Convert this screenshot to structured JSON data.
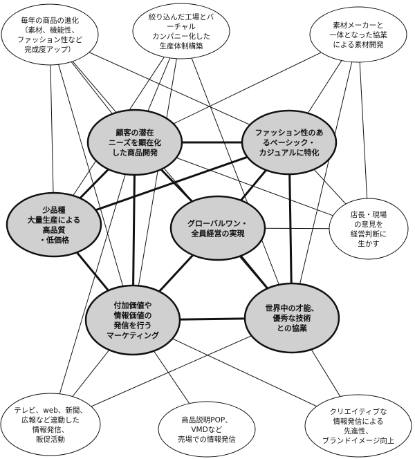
{
  "core_nodes": [
    {
      "id": "needs",
      "lines": [
        "顧客の潜在",
        "ニーズを顕在化",
        "した商品開発"
      ]
    },
    {
      "id": "fashion",
      "lines": [
        "ファッション性のあ",
        "るベーシック・",
        "カジュアルに特化"
      ]
    },
    {
      "id": "small",
      "lines": [
        "少品種",
        "大量生産による",
        "高品質",
        "・低価格"
      ]
    },
    {
      "id": "global",
      "lines": [
        "グローバルワン・",
        "全員経営の実現"
      ]
    },
    {
      "id": "value",
      "lines": [
        "付加価値や",
        "情報価値の",
        "発信を行う",
        "マーケティング"
      ]
    },
    {
      "id": "talent",
      "lines": [
        "世界中の才能、",
        "優秀な技術",
        "との協業"
      ]
    }
  ],
  "outer_nodes": [
    {
      "id": "evolution",
      "lines": [
        "毎年の商品の進化",
        "（素材、機能性、",
        "ファッション性など",
        "完成度アップ）"
      ]
    },
    {
      "id": "factory",
      "lines": [
        "絞り込んだ工場とバ",
        "ーチャル",
        "カンパニー化した",
        "生産体制構築"
      ]
    },
    {
      "id": "material",
      "lines": [
        "素材メーカーと",
        "一体となった協業",
        "による素材開発"
      ]
    },
    {
      "id": "store",
      "lines": [
        "店長・現場",
        "の意見を",
        "経営判断に",
        "生かす"
      ]
    },
    {
      "id": "media",
      "lines": [
        "テレビ、web、新聞、",
        "広報など連動した",
        "情報発信、",
        "販促活動"
      ]
    },
    {
      "id": "pop",
      "lines": [
        "商品説明POP、",
        "VMDなど",
        "売場での情報発信"
      ]
    },
    {
      "id": "creative",
      "lines": [
        "クリエイティブな",
        "情報発信による",
        "先進性、",
        "ブランドイメージ向上"
      ]
    }
  ],
  "thick_links": [
    [
      "needs",
      "fashion"
    ],
    [
      "needs",
      "small"
    ],
    [
      "needs",
      "global"
    ],
    [
      "needs",
      "value"
    ],
    [
      "fashion",
      "small"
    ],
    [
      "fashion",
      "global"
    ],
    [
      "fashion",
      "talent"
    ],
    [
      "small",
      "value"
    ],
    [
      "global",
      "value"
    ],
    [
      "global",
      "talent"
    ],
    [
      "value",
      "talent"
    ]
  ],
  "thin_links": [
    [
      "evolution",
      "needs"
    ],
    [
      "evolution",
      "value"
    ],
    [
      "evolution",
      "fashion"
    ],
    [
      "evolution",
      "talent"
    ],
    [
      "evolution",
      "small"
    ],
    [
      "factory",
      "needs"
    ],
    [
      "factory",
      "small"
    ],
    [
      "factory",
      "talent"
    ],
    [
      "factory",
      "value"
    ],
    [
      "material",
      "needs"
    ],
    [
      "material",
      "fashion"
    ],
    [
      "material",
      "store"
    ],
    [
      "material",
      "talent"
    ],
    [
      "store",
      "needs"
    ],
    [
      "store",
      "fashion"
    ],
    [
      "store",
      "global"
    ],
    [
      "media",
      "value"
    ],
    [
      "media",
      "talent"
    ],
    [
      "media",
      "needs"
    ],
    [
      "pop",
      "value"
    ],
    [
      "creative",
      "value"
    ],
    [
      "creative",
      "talent"
    ]
  ],
  "colors": {
    "core_fill": "#d0d0d0",
    "outer_fill": "#ffffff",
    "stroke": "#111111"
  }
}
